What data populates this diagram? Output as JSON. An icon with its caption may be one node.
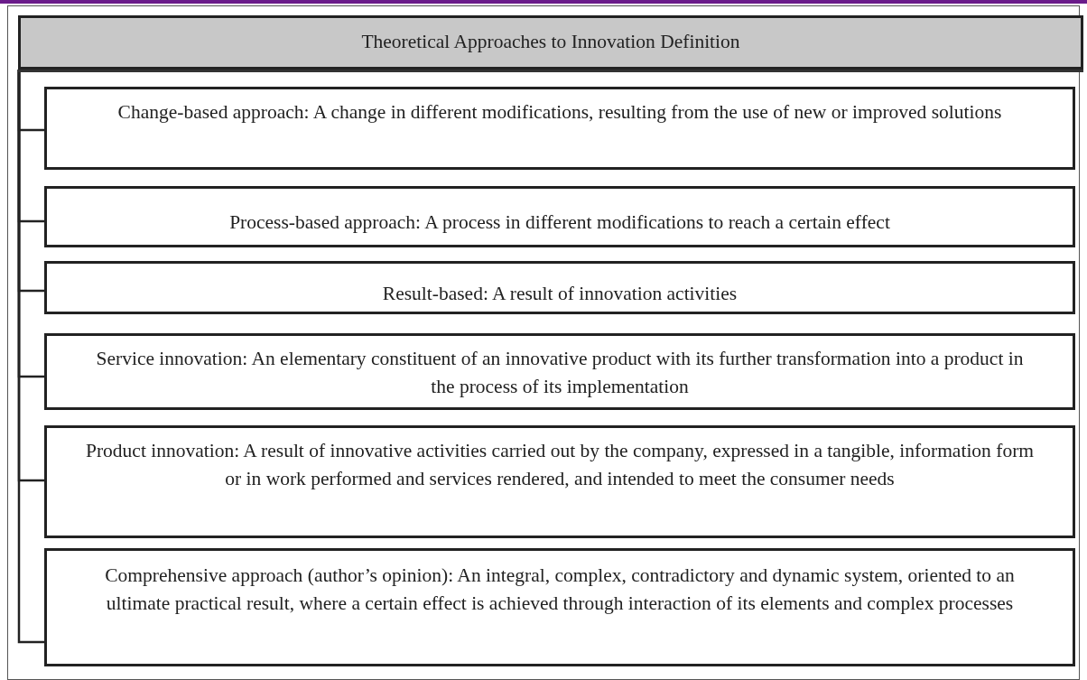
{
  "diagram": {
    "nodes": [
      {
        "text": [
          "Theoretical Approaches to Innovation Definition"
        ]
      },
      {
        "text": [
          "Change-based approach: A change in different modifications, resulting from the use of new or improved solutions"
        ]
      },
      {
        "text": [
          "Process-based approach: A process in different modifications to reach a certain effect"
        ]
      },
      {
        "text": [
          "Result-based: A result of innovation activities"
        ]
      },
      {
        "text": [
          "Service innovation: An elementary constituent of an innovative product with its further transformation into a product in the process of its implementation"
        ]
      },
      {
        "text": [
          "Product innovation: A result of innovative activities carried out by the company, expressed in a tangible, information form or in work performed and services rendered, and intended to meet the consumer needs"
        ]
      },
      {
        "text": [
          "Comprehensive approach (author’s opinion): An integral, complex, contradictory and dynamic system, oriented to an ultimate practical result, where a certain effect is achieved through interaction of its elements and complex processes"
        ]
      }
    ],
    "edges": [
      {
        "from": 0,
        "to": 1,
        "arrow": "none"
      },
      {
        "from": 0,
        "to": 2,
        "arrow": "none"
      },
      {
        "from": 0,
        "to": 3,
        "arrow": "none"
      },
      {
        "from": 0,
        "to": 4,
        "arrow": "none"
      },
      {
        "from": 0,
        "to": 5,
        "arrow": "none"
      },
      {
        "from": 0,
        "to": 6,
        "arrow": "none"
      }
    ]
  }
}
